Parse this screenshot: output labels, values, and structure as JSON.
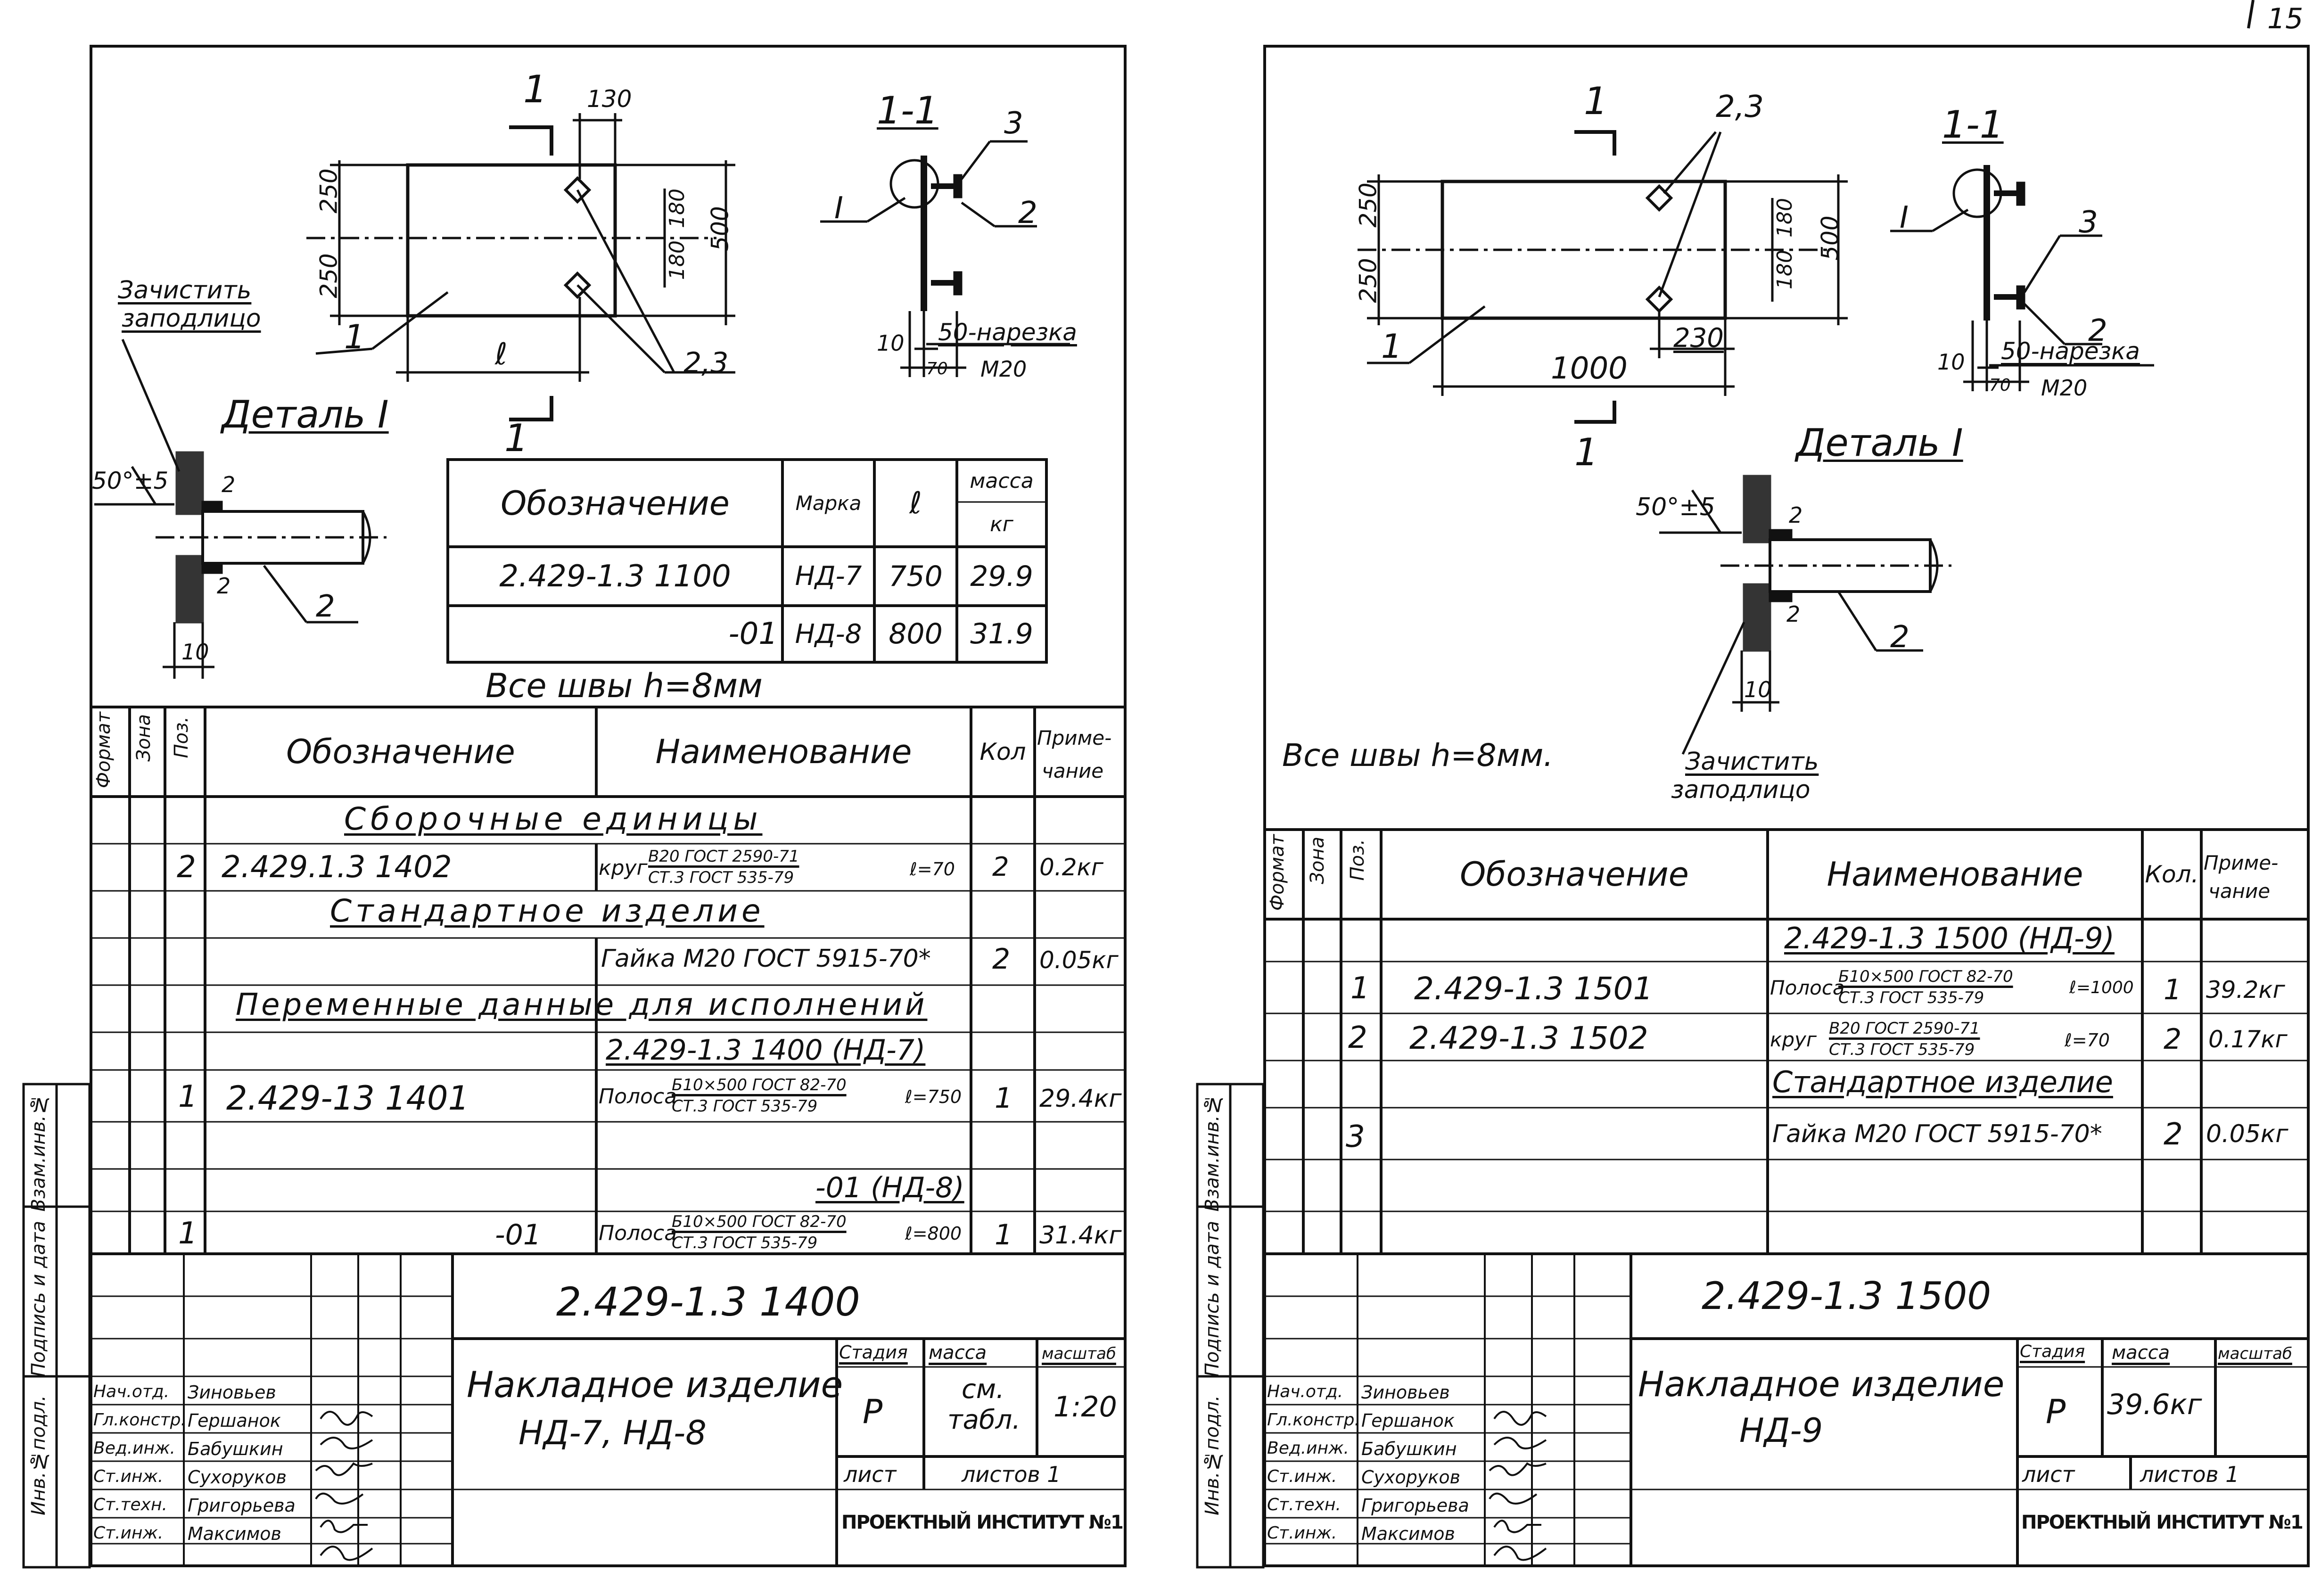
{
  "page_number": "15",
  "sheet_left": {
    "drawing": {
      "dims": [
        "130",
        "250",
        "250",
        "180",
        "180",
        "500",
        "ℓ",
        "10",
        "50",
        "70",
        "10",
        "2",
        "2"
      ],
      "callouts": [
        "1",
        "1",
        "1",
        "2",
        "2",
        "2,3",
        "3",
        "I"
      ],
      "section_title": "1-1",
      "thread_note": "50-нарезка",
      "thread_size": "M20",
      "clean_note_1": "Зачистить",
      "clean_note_2": "заподлицо",
      "detail_title": "Деталь I",
      "angle": "50°±5"
    },
    "variant_table": {
      "headers": [
        "Обозначение",
        "Марка",
        "ℓ",
        "масса",
        "кг"
      ],
      "rows": [
        [
          "2.429-1.3 1100",
          "НД-7",
          "750",
          "29.9"
        ],
        [
          "-01",
          "НД-8",
          "800",
          "31.9"
        ]
      ]
    },
    "welds_note": "Все швы h=8мм",
    "spec": {
      "headers": [
        "Формат",
        "Зона",
        "Поз.",
        "Обозначение",
        "Наименование",
        "Кол",
        "Приме-",
        "чание"
      ],
      "sections": [
        "Сборочные единицы",
        "Стандартное изделие",
        "Переменные данные для исполнений"
      ],
      "rows": [
        {
          "pos": "2",
          "designation": "2.429.1.3 1402",
          "name_a": "круг",
          "name_frac_top": "В20 ГОСТ 2590-71",
          "name_frac_bottom": "СТ.3 ГОСТ 535-79",
          "name_b": "ℓ=70",
          "qty": "2",
          "note": "0.2кг"
        },
        {
          "pos": "",
          "designation": "",
          "name_a": "Гайка М20 ГОСТ 5915-70*",
          "qty": "2",
          "note": "0.05кг"
        },
        {
          "pos": "",
          "designation": "",
          "name_a": "2.429-1.3 1400 (НД-7)",
          "qty": "",
          "note": ""
        },
        {
          "pos": "1",
          "designation": "2.429-13 1401",
          "name_a": "Полоса",
          "name_frac_top": "Б10×500 ГОСТ 82-70",
          "name_frac_bottom": "СТ.3 ГОСТ 535-79",
          "name_b": "ℓ=750",
          "qty": "1",
          "note": "29.4кг"
        },
        {
          "pos": "",
          "designation": "",
          "name_a": "-01 (НД-8)",
          "qty": "",
          "note": ""
        },
        {
          "pos": "1",
          "designation": "-01",
          "name_a": "Полоса",
          "name_frac_top": "Б10×500 ГОСТ 82-70",
          "name_frac_bottom": "СТ.3 ГОСТ 535-79",
          "name_b": "ℓ=800",
          "qty": "1",
          "note": "31.4кг"
        }
      ]
    },
    "title_block": {
      "code": "2.429-1.3 1400",
      "name_1": "Накладное изделие",
      "name_2": "НД-7, НД-8",
      "stage_label": "Стадия",
      "mass_label": "масса",
      "scale_label": "масштаб",
      "stage": "Р",
      "mass_1": "см.",
      "mass_2": "табл.",
      "scale": "1:20",
      "sheet_label": "лист",
      "sheets_label": "листов 1",
      "org": "ПРОЕКТНЫЙ ИНСТИТУТ №1",
      "roles": [
        "Нач.отд.",
        "Гл.констр.",
        "Вед.инж.",
        "Ст.инж.",
        "Ст.техн.",
        "Ст.инж."
      ],
      "people": [
        "Зиновьев",
        "Гершанок",
        "Бабушкин",
        "Сухоруков",
        "Григорьева",
        "Максимов"
      ]
    },
    "side_stamp": [
      "Инв.№подл.",
      "Подпись и дата",
      "Взам.инв.№"
    ]
  },
  "sheet_right": {
    "drawing": {
      "dims": [
        "250",
        "250",
        "180",
        "180",
        "500",
        "230",
        "1000",
        "10",
        "50",
        "70",
        "10",
        "2",
        "2"
      ],
      "callouts": [
        "1",
        "1",
        "1",
        "2,3",
        "2",
        "2",
        "3",
        "I"
      ],
      "section_title": "1-1",
      "thread_note": "50-нарезка",
      "thread_size": "M20",
      "detail_title": "Деталь I",
      "angle": "50°±5",
      "clean_note_1": "Зачистить",
      "clean_note_2": "заподлицо"
    },
    "welds_note": "Все швы h=8мм.",
    "spec": {
      "headers": [
        "Формат",
        "Зона",
        "Поз.",
        "Обозначение",
        "Наименование",
        "Кол.",
        "Приме-",
        "чание"
      ],
      "rows": [
        {
          "pos": "",
          "designation": "",
          "name_a": "2.429-1.3 1500 (НД-9)",
          "qty": "",
          "note": ""
        },
        {
          "pos": "1",
          "designation": "2.429-1.3 1501",
          "name_a": "Полоса",
          "name_frac_top": "Б10×500 ГОСТ 82-70",
          "name_frac_bottom": "СТ.3 ГОСТ 535-79",
          "name_b": "ℓ=1000",
          "qty": "1",
          "note": "39.2кг"
        },
        {
          "pos": "2",
          "designation": "2.429-1.3 1502",
          "name_a": "круг",
          "name_frac_top": "В20 ГОСТ 2590-71",
          "name_frac_bottom": "СТ.3 ГОСТ 535-79",
          "name_b": "ℓ=70",
          "qty": "2",
          "note": "0.17кг"
        },
        {
          "pos": "",
          "designation": "",
          "name_a": "Стандартное изделие",
          "qty": "",
          "note": ""
        },
        {
          "pos": "3",
          "designation": "",
          "name_a": "Гайка М20 ГОСТ 5915-70*",
          "qty": "2",
          "note": "0.05кг"
        }
      ]
    },
    "title_block": {
      "code": "2.429-1.3 1500",
      "name_1": "Накладное изделие",
      "name_2": "НД-9",
      "stage_label": "Стадия",
      "mass_label": "масса",
      "scale_label": "масштаб",
      "stage": "Р",
      "mass_1": "39.6кг",
      "scale": "",
      "sheet_label": "лист",
      "sheets_label": "листов 1",
      "org": "ПРОЕКТНЫЙ ИНСТИТУТ №1",
      "roles": [
        "Нач.отд.",
        "Гл.констр.",
        "Вед.инж.",
        "Ст.инж.",
        "Ст.техн.",
        "Ст.инж."
      ],
      "people": [
        "Зиновьев",
        "Гершанок",
        "Бабушкин",
        "Сухоруков",
        "Григорьева",
        "Максимов"
      ]
    },
    "side_stamp": [
      "Инв.№подл.",
      "Подпись и дата",
      "Взам.инв.№"
    ]
  }
}
